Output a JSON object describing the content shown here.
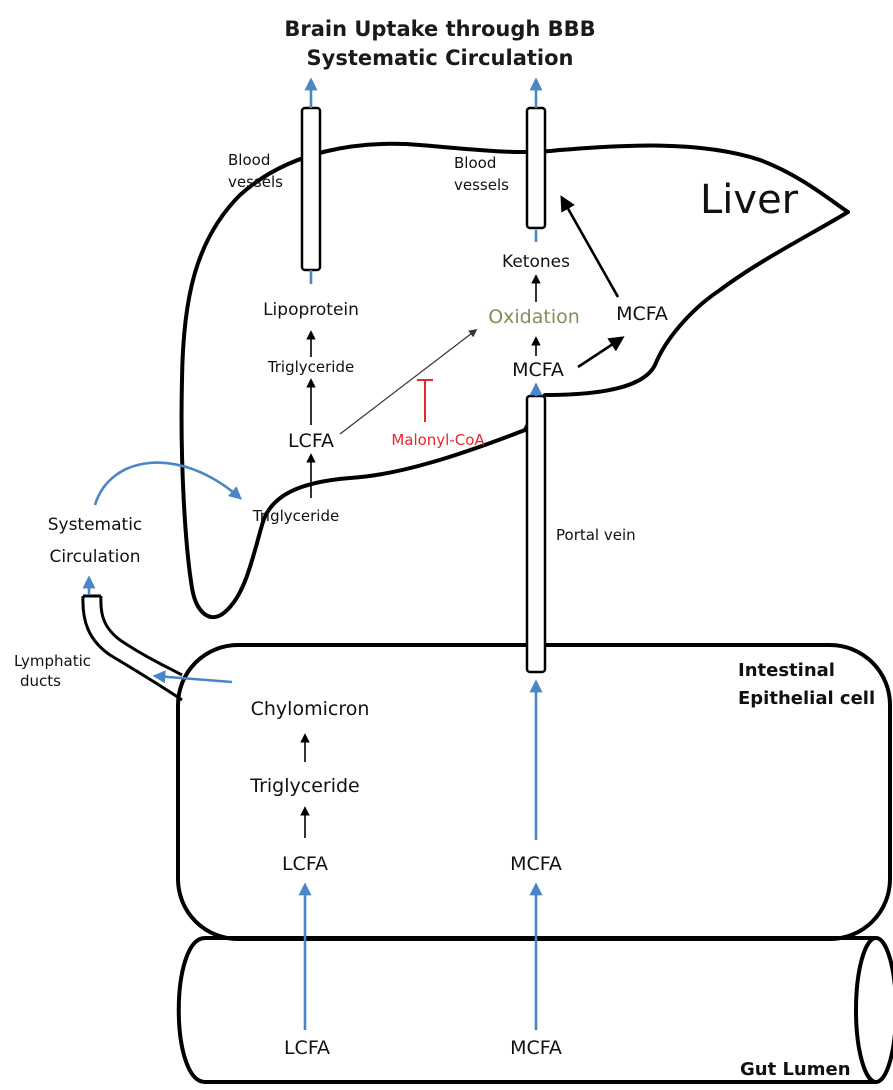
{
  "colors": {
    "blue_arrow": "#4a86c5",
    "oxidation": "#8a8a5a",
    "inhibitor": "#e8262e",
    "outline": "#000000"
  },
  "top": {
    "title_line1": "Brain Uptake through BBB",
    "title_line2": "Systematic Circulation"
  },
  "liver": {
    "label": "Liver",
    "blood_vessels_left": [
      "Blood",
      "vessels"
    ],
    "blood_vessels_right": [
      "Blood",
      "vessels"
    ],
    "lipoprotein": "Lipoprotein",
    "triglyceride_upper": "Triglyceride",
    "lcfa": "LCFA",
    "triglyceride_lower": "Triglyceride",
    "ketones": "Ketones",
    "oxidation": "Oxidation",
    "mcfa_center": "MCFA",
    "mcfa_right": "MCFA",
    "malonyl_coa": "Malonyl-CoA",
    "portal_vein": "Portal vein"
  },
  "left": {
    "systematic_circulation": [
      "Systematic",
      "Circulation"
    ],
    "lymphatic_ducts": [
      "Lymphatic",
      "ducts"
    ]
  },
  "intestine": {
    "label": [
      "Intestinal",
      "Epithelial cell"
    ],
    "chylomicron": "Chylomicron",
    "triglyceride": "Triglyceride",
    "lcfa": "LCFA",
    "mcfa": "MCFA"
  },
  "gut": {
    "label": "Gut Lumen",
    "lcfa": "LCFA",
    "mcfa": "MCFA"
  }
}
